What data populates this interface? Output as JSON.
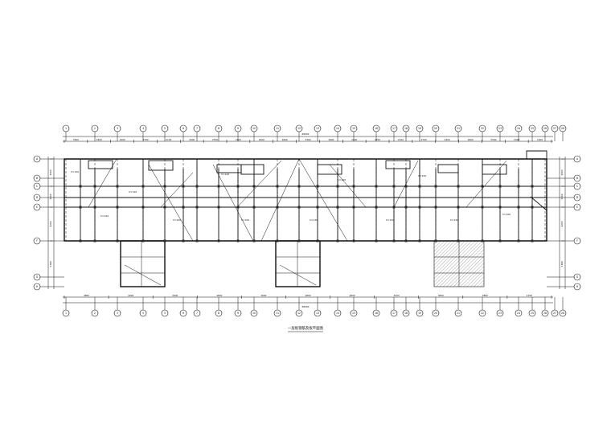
{
  "drawing": {
    "caption": "一层板钢筋及板平面图",
    "top_axis_labels": [
      "1",
      "2",
      "3",
      "4",
      "5",
      "6",
      "7",
      "8",
      "9",
      "10",
      "11",
      "12",
      "13",
      "14",
      "15",
      "16",
      "17",
      "18",
      "19",
      "20",
      "21",
      "22",
      "23",
      "24",
      "25",
      "26",
      "27",
      "28"
    ],
    "bottom_axis_labels": [
      "1",
      "2",
      "3",
      "4",
      "5",
      "6",
      "7",
      "8",
      "9",
      "10",
      "11",
      "12",
      "13",
      "14",
      "15",
      "16",
      "17",
      "18",
      "19",
      "20",
      "21",
      "22",
      "23",
      "24",
      "25",
      "26",
      "27",
      "28"
    ],
    "left_axis_labels": [
      "A",
      "B",
      "C",
      "D",
      "E",
      "F",
      "G",
      "H"
    ],
    "right_axis_labels": [
      "A",
      "B",
      "C",
      "D",
      "E",
      "F",
      "G",
      "H"
    ],
    "top_overall_dim": "88000",
    "bottom_overall_dim": "88000",
    "top_segment_dims": [
      "3300",
      "1800",
      "2400",
      "2700",
      "2100",
      "3900",
      "2700",
      "2100",
      "2400",
      "1800",
      "3300",
      "1800",
      "2400",
      "2700",
      "2100",
      "2700",
      "2400",
      "1800",
      "3300",
      "2400",
      "1500"
    ],
    "bottom_segment_dims": [
      "4800",
      "4200",
      "3600",
      "4800",
      "3600",
      "4800",
      "4800",
      "4200",
      "3600",
      "4800",
      "1200"
    ],
    "left_dims": [
      "1500",
      "3300",
      "4200",
      "1500"
    ],
    "right_dims": [
      "1500",
      "3300",
      "4200",
      "1500"
    ],
    "slab_labels": [
      "h=120",
      "h=100",
      "h=120",
      "h=100",
      "h=120",
      "h=100",
      "h=120",
      "h=100",
      "h=120",
      "h=100",
      "h=120",
      "h=100"
    ]
  }
}
